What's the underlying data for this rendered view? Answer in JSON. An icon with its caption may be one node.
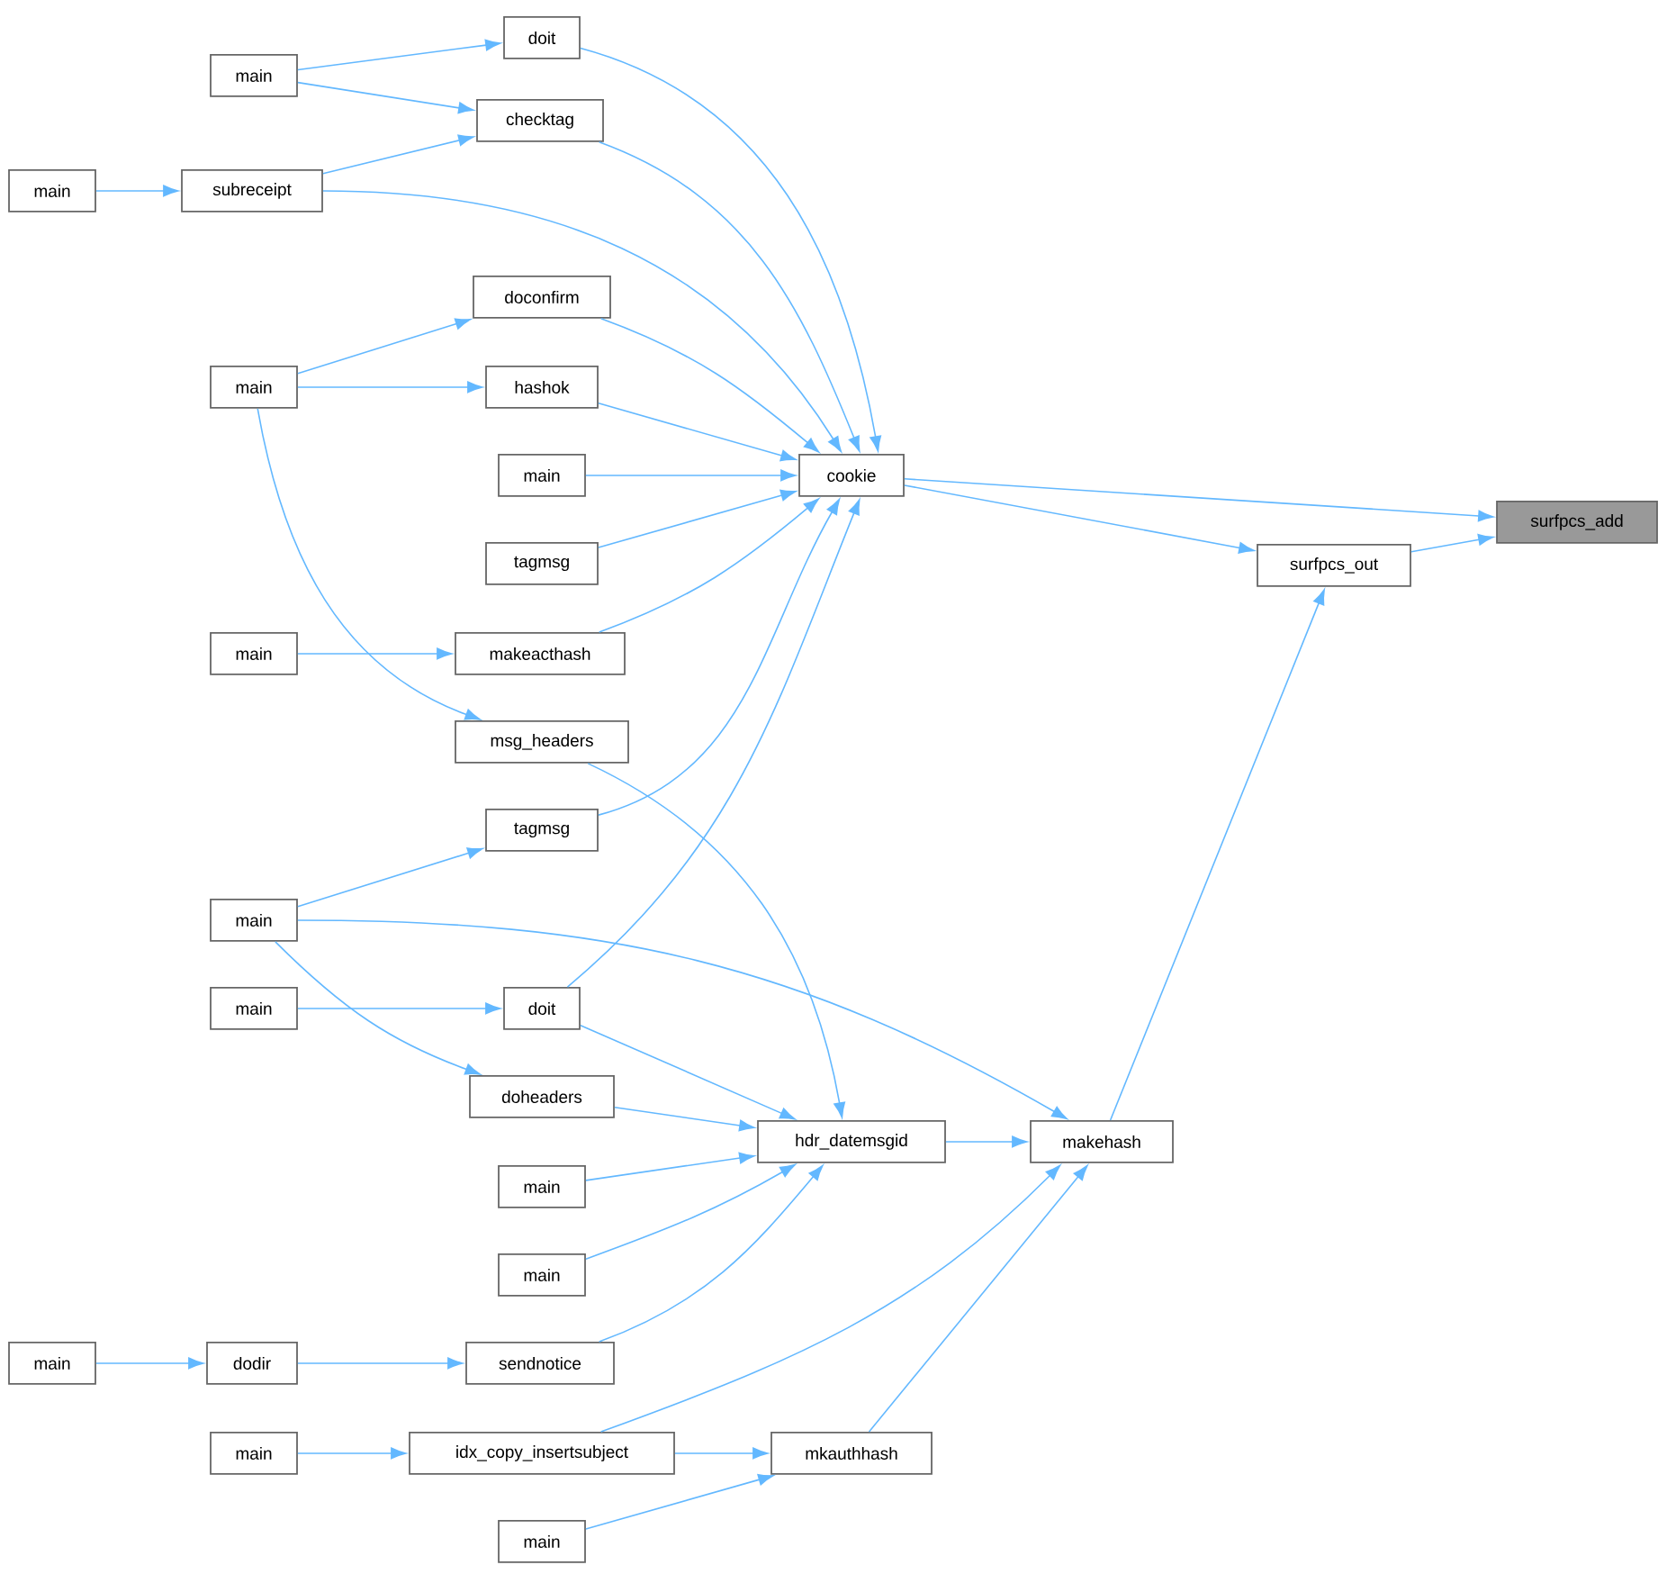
{
  "diagram": {
    "nodes": [
      {
        "text": [
          "doit"
        ]
      },
      {
        "text": [
          "main"
        ]
      },
      {
        "text": [
          "checktag"
        ]
      },
      {
        "text": [
          "main"
        ]
      },
      {
        "text": [
          "subreceipt"
        ]
      },
      {
        "text": [
          "doconfirm"
        ]
      },
      {
        "text": [
          "main"
        ]
      },
      {
        "text": [
          "hashok"
        ]
      },
      {
        "text": [
          "cookie"
        ]
      },
      {
        "text": [
          "main"
        ]
      },
      {
        "text": [
          "surfpcs_add"
        ]
      },
      {
        "text": [
          "surfpcs_out"
        ]
      },
      {
        "text": [
          "tagmsg"
        ]
      },
      {
        "text": [
          "main"
        ]
      },
      {
        "text": [
          "makeacthash"
        ]
      },
      {
        "text": [
          "msg_headers"
        ]
      },
      {
        "text": [
          "tagmsg"
        ]
      },
      {
        "text": [
          "main"
        ]
      },
      {
        "text": [
          "main"
        ]
      },
      {
        "text": [
          "doit"
        ]
      },
      {
        "text": [
          "doheaders"
        ]
      },
      {
        "text": [
          "hdr_datemsgid"
        ]
      },
      {
        "text": [
          "makehash"
        ]
      },
      {
        "text": [
          "main"
        ]
      },
      {
        "text": [
          "main"
        ]
      },
      {
        "text": [
          "main"
        ]
      },
      {
        "text": [
          "dodir"
        ]
      },
      {
        "text": [
          "sendnotice"
        ]
      },
      {
        "text": [
          "main"
        ]
      },
      {
        "text": [
          "idx_copy_insertsubject"
        ]
      },
      {
        "text": [
          "mkauthhash"
        ]
      },
      {
        "text": [
          "main"
        ]
      }
    ],
    "edges": [
      {
        "from": 1,
        "to": 0,
        "arrow": "to"
      },
      {
        "from": 1,
        "to": 2,
        "arrow": "to"
      },
      {
        "from": 3,
        "to": 4,
        "arrow": "to"
      },
      {
        "from": 4,
        "to": 2,
        "arrow": "to"
      },
      {
        "from": 0,
        "to": 8,
        "arrow": "to"
      },
      {
        "from": 2,
        "to": 8,
        "arrow": "to"
      },
      {
        "from": 4,
        "to": 8,
        "arrow": "to"
      },
      {
        "from": 6,
        "to": 5,
        "arrow": "to"
      },
      {
        "from": 6,
        "to": 7,
        "arrow": "to"
      },
      {
        "from": 6,
        "to": 15,
        "arrow": "to"
      },
      {
        "from": 5,
        "to": 8,
        "arrow": "to"
      },
      {
        "from": 7,
        "to": 8,
        "arrow": "to"
      },
      {
        "from": 9,
        "to": 8,
        "arrow": "to"
      },
      {
        "from": 12,
        "to": 8,
        "arrow": "to"
      },
      {
        "from": 14,
        "to": 8,
        "arrow": "to"
      },
      {
        "from": 13,
        "to": 14,
        "arrow": "to"
      },
      {
        "from": 16,
        "to": 8,
        "arrow": "to"
      },
      {
        "from": 17,
        "to": 16,
        "arrow": "to"
      },
      {
        "from": 17,
        "to": 22,
        "arrow": "to"
      },
      {
        "from": 17,
        "to": 20,
        "arrow": "to"
      },
      {
        "from": 18,
        "to": 19,
        "arrow": "to"
      },
      {
        "from": 19,
        "to": 8,
        "arrow": "to"
      },
      {
        "from": 19,
        "to": 21,
        "arrow": "to"
      },
      {
        "from": 15,
        "to": 21,
        "arrow": "to"
      },
      {
        "from": 20,
        "to": 21,
        "arrow": "to"
      },
      {
        "from": 23,
        "to": 21,
        "arrow": "to"
      },
      {
        "from": 24,
        "to": 21,
        "arrow": "to"
      },
      {
        "from": 27,
        "to": 21,
        "arrow": "to"
      },
      {
        "from": 25,
        "to": 26,
        "arrow": "to"
      },
      {
        "from": 26,
        "to": 27,
        "arrow": "to"
      },
      {
        "from": 28,
        "to": 29,
        "arrow": "to"
      },
      {
        "from": 29,
        "to": 30,
        "arrow": "to"
      },
      {
        "from": 29,
        "to": 22,
        "arrow": "to"
      },
      {
        "from": 31,
        "to": 30,
        "arrow": "to"
      },
      {
        "from": 30,
        "to": 22,
        "arrow": "to"
      },
      {
        "from": 21,
        "to": 22,
        "arrow": "to"
      },
      {
        "from": 22,
        "to": 11,
        "arrow": "to"
      },
      {
        "from": 8,
        "to": 10,
        "arrow": "to"
      },
      {
        "from": 8,
        "to": 11,
        "arrow": "to"
      },
      {
        "from": 11,
        "to": 10,
        "arrow": "to"
      }
    ]
  }
}
